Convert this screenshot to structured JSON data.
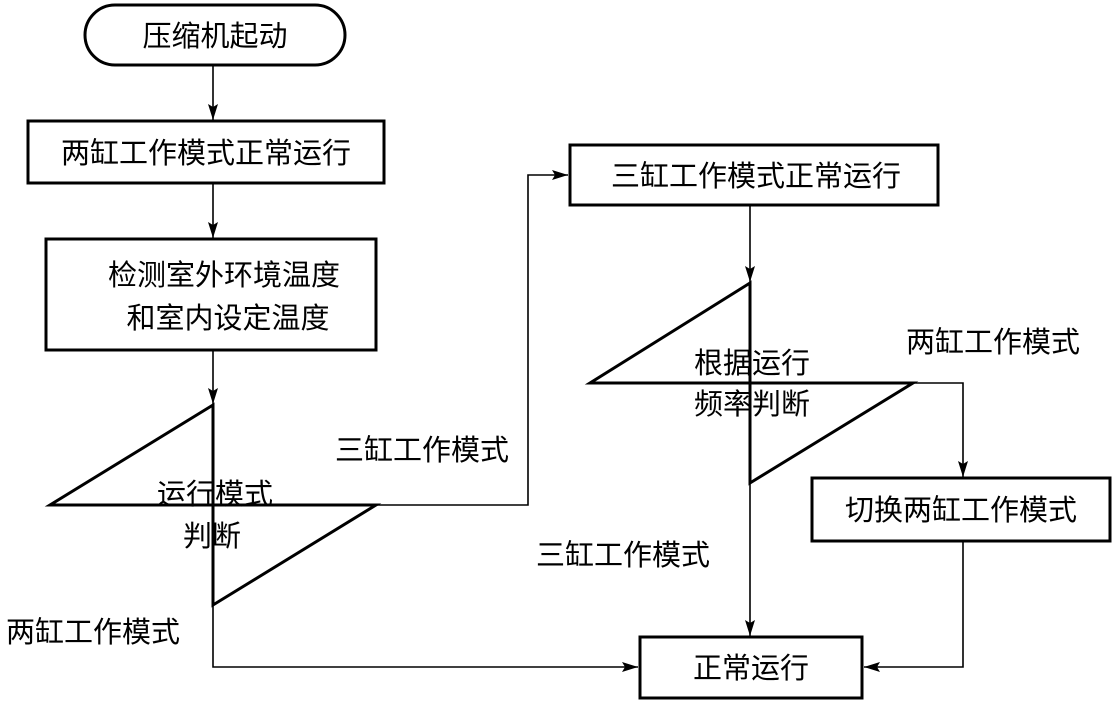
{
  "nodes": {
    "start": {
      "label": "压缩机起动"
    },
    "two_cyl_run": {
      "label": "两缸工作模式正常运行"
    },
    "detect": {
      "lines": [
        "检测室外环境温度",
        "和室内设定温度"
      ]
    },
    "mode_decision": {
      "lines": [
        "运行模式",
        "判断"
      ]
    },
    "three_cyl_run": {
      "label": "三缸工作模式正常运行"
    },
    "freq_decision": {
      "lines": [
        "根据运行",
        "频率判断"
      ]
    },
    "switch_two": {
      "label": "切换两缸工作模式"
    },
    "normal_run": {
      "label": "正常运行"
    }
  },
  "edges": {
    "mode_to_three": {
      "label": "三缸工作模式"
    },
    "mode_to_normal": {
      "label": "两缸工作模式"
    },
    "freq_to_switch": {
      "label": "两缸工作模式"
    },
    "freq_to_normal": {
      "label": "三缸工作模式"
    }
  },
  "colors": {
    "stroke": "#000000",
    "background": "#ffffff"
  }
}
